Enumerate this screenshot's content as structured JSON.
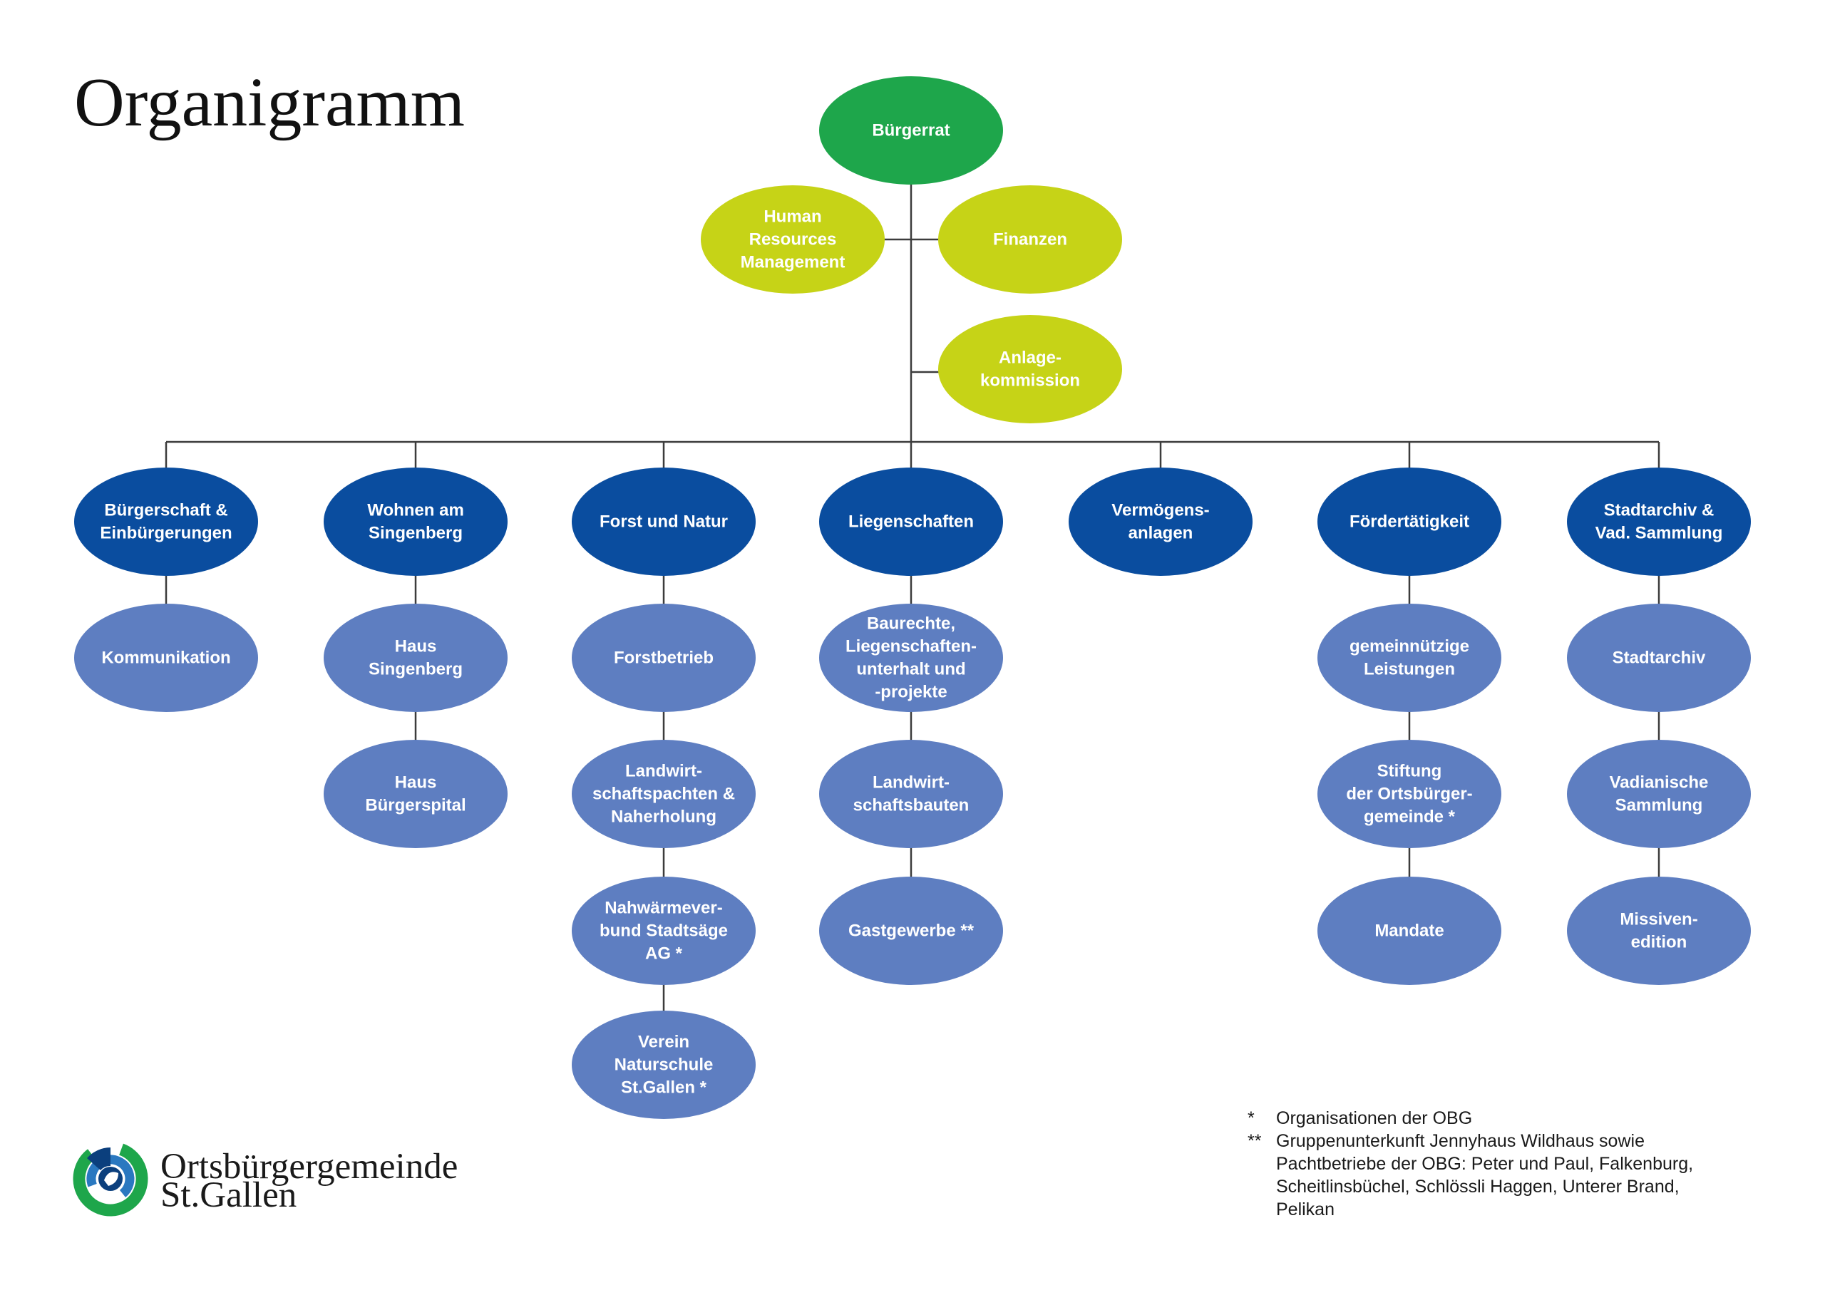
{
  "title": "Organigramm",
  "colors": {
    "root": "#1ea64b",
    "staff": "#c6d317",
    "department": "#0a4d9f",
    "unit": "#5e7ec1",
    "connector": "#3c3c3c"
  },
  "root": {
    "lines": [
      "Bürgerrat"
    ]
  },
  "staff": [
    {
      "lines": [
        "Human",
        "Resources",
        "Management"
      ]
    },
    {
      "lines": [
        "Finanzen"
      ]
    },
    {
      "lines": [
        "Anlage-",
        "kommission"
      ]
    }
  ],
  "departments": [
    {
      "lines": [
        "Bürgerschaft &",
        "Einbürgerungen"
      ],
      "units": [
        {
          "lines": [
            "Kommunikation"
          ]
        }
      ]
    },
    {
      "lines": [
        "Wohnen am",
        "Singenberg"
      ],
      "units": [
        {
          "lines": [
            "Haus",
            "Singenberg"
          ]
        },
        {
          "lines": [
            "Haus",
            "Bürgerspital"
          ]
        }
      ]
    },
    {
      "lines": [
        "Forst und Natur"
      ],
      "units": [
        {
          "lines": [
            "Forstbetrieb"
          ]
        },
        {
          "lines": [
            "Landwirt-",
            "schaftspachten &",
            "Naherholung"
          ]
        },
        {
          "lines": [
            "Nahwärmever-",
            "bund Stadtsäge",
            "AG *"
          ]
        },
        {
          "lines": [
            "Verein",
            "Naturschule",
            "St.Gallen *"
          ]
        }
      ]
    },
    {
      "lines": [
        "Liegenschaften"
      ],
      "units": [
        {
          "lines": [
            "Baurechte,",
            "Liegenschaften-",
            "unterhalt und",
            "-projekte"
          ]
        },
        {
          "lines": [
            "Landwirt-",
            "schaftsbauten"
          ]
        },
        {
          "lines": [
            "Gastgewerbe **"
          ]
        }
      ]
    },
    {
      "lines": [
        "Vermögens-",
        "anlagen"
      ],
      "units": []
    },
    {
      "lines": [
        "Fördertätigkeit"
      ],
      "units": [
        {
          "lines": [
            "gemeinnützige",
            "Leistungen"
          ]
        },
        {
          "lines": [
            "Stiftung",
            "der Ortsbürger-",
            "gemeinde *"
          ]
        },
        {
          "lines": [
            "Mandate"
          ]
        }
      ]
    },
    {
      "lines": [
        "Stadtarchiv &",
        "Vad. Sammlung"
      ],
      "units": [
        {
          "lines": [
            "Stadtarchiv"
          ]
        },
        {
          "lines": [
            "Vadianische",
            "Sammlung"
          ]
        },
        {
          "lines": [
            "Missiven-",
            "edition"
          ]
        }
      ]
    }
  ],
  "footnotes": [
    {
      "mark": "*",
      "lines": [
        "Organisationen der OBG"
      ]
    },
    {
      "mark": "**",
      "lines": [
        "Gruppenunterkunft Jennyhaus Wildhaus sowie",
        "Pachtbetriebe der OBG: Peter und Paul, Falkenburg,",
        "Scheitlinsbüchel, Schlössli Haggen, Unterer Brand,",
        "Pelikan"
      ]
    }
  ],
  "logo": {
    "icon": "obg-logo-icon",
    "lines": [
      "Ortsbürgergemeinde",
      "St.Gallen"
    ]
  }
}
